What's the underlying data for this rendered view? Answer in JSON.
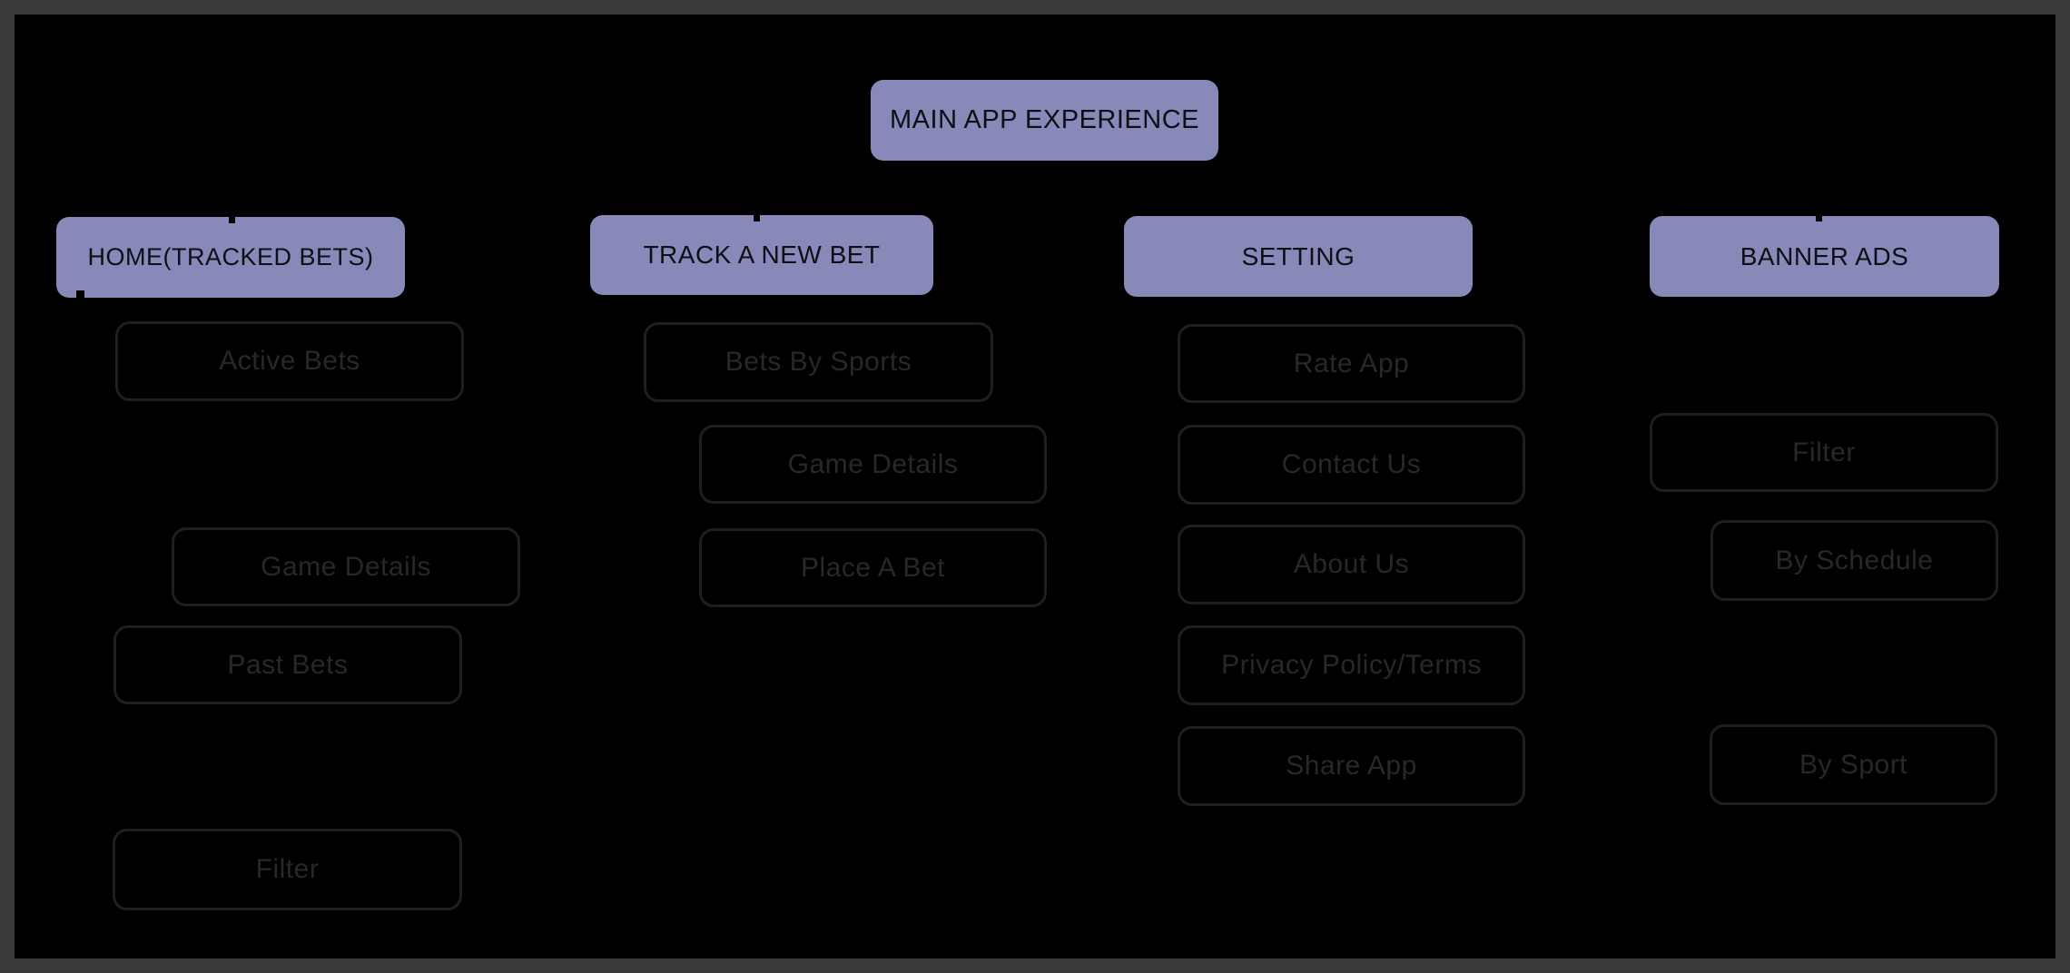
{
  "diagram_title": "MAIN APP EXPERIENCE",
  "colors": {
    "frame": "#3a3a3c",
    "canvas": "#000000",
    "nodeFill": "#8789b9",
    "nodeText": "#0e0e14",
    "subBorder": "#1f1f1f",
    "subText": "#282828"
  },
  "root": {
    "label": "MAIN APP EXPERIENCE"
  },
  "columns": [
    {
      "header": "HOME(TRACKED BETS)",
      "children": [
        "Active Bets",
        "Game Details",
        "Past Bets",
        "Filter"
      ]
    },
    {
      "header": "TRACK A NEW BET",
      "children": [
        "Bets By Sports",
        "Game Details",
        "Place A Bet"
      ]
    },
    {
      "header": "SETTING",
      "children": [
        "Rate App",
        "Contact Us",
        "About Us",
        "Privacy Policy/Terms",
        "Share App"
      ]
    },
    {
      "header": "BANNER ADS",
      "children": [
        "Filter",
        "By Schedule",
        "By Sport"
      ]
    }
  ]
}
